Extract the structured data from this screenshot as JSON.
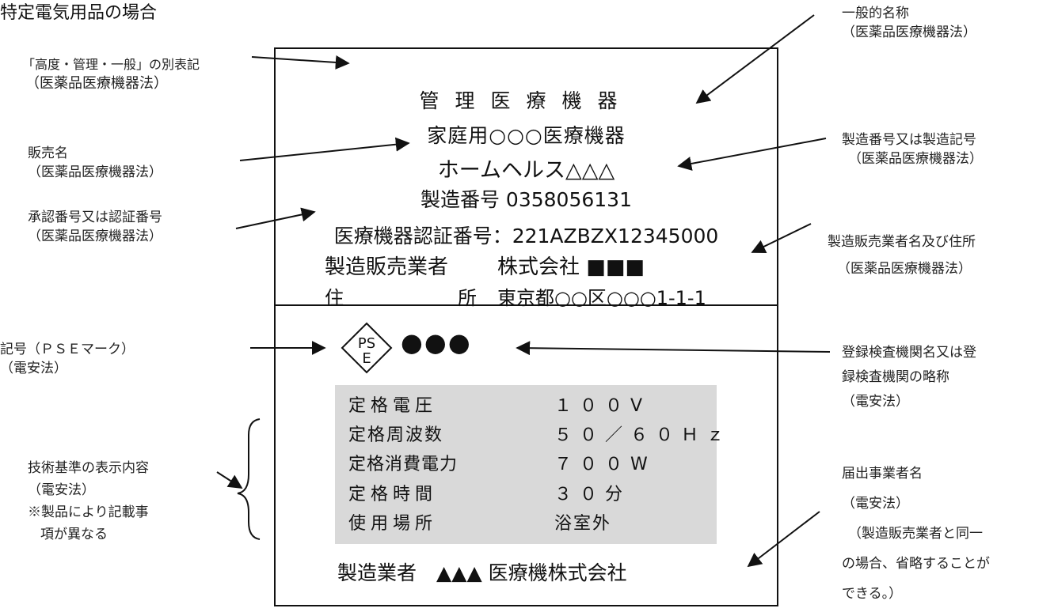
{
  "page_title": "特定電気用品の場合",
  "label": {
    "category": "管理医療機器",
    "generic_name": "家庭用○○○医療機器",
    "trade_name": "ホームヘルス△△△",
    "serial": "製造番号 0358056131",
    "cert": "医療機器認証番号：221AZBZX12345000",
    "mfr_label": "製造販売業者",
    "mfr_value": "株式会社 ■■■",
    "addr_label_1": "住",
    "addr_label_2": "所",
    "addr_value": "東京都○○区○○○1-1-1",
    "pse": {
      "top": "PS",
      "bottom": "E",
      "inspector": "●●●"
    },
    "specs": [
      {
        "label": "定格電圧",
        "value": "１００V"
      },
      {
        "label": "定格周波数",
        "value": "５０／６０Ｈｚ"
      },
      {
        "label": "定格消費電力",
        "value": "７００W"
      },
      {
        "label": "定格時間",
        "value": "３０分"
      },
      {
        "label": "使用場所",
        "value": "浴室外"
      }
    ],
    "maker": "製造業者　▲▲▲ 医療機株式会社"
  },
  "notes_left": {
    "class_alias": [
      "「高度・管理・一般」の別表記",
      "（医薬品医療機器法）"
    ],
    "sales_name": [
      "販売名",
      "（医薬品医療機器法）"
    ],
    "approval": [
      "承認番号又は認証番号",
      "（医薬品医療機器法）"
    ],
    "pse_symbol": [
      "記号（ＰＳＥマーク）",
      "（電安法）"
    ],
    "tech": [
      "技術基準の表示内容",
      "（電安法）",
      "※製品により記載事",
      "項が異なる"
    ]
  },
  "notes_right": {
    "generic": [
      "一般的名称",
      "（医薬品医療機器法）"
    ],
    "serial": [
      "製造番号又は製造記号",
      "（医薬品医療機器法）"
    ],
    "mfr": [
      "製造販売業者名及び住所",
      "（医薬品医療機器法）"
    ],
    "inspector": [
      "登録検査機関名又は登",
      "録検査機関の略称",
      "（電安法）"
    ],
    "notifier": [
      "届出事業者名",
      "（電安法）",
      "（製造販売業者と同一",
      "の場合、省略することが",
      "できる。）"
    ]
  }
}
